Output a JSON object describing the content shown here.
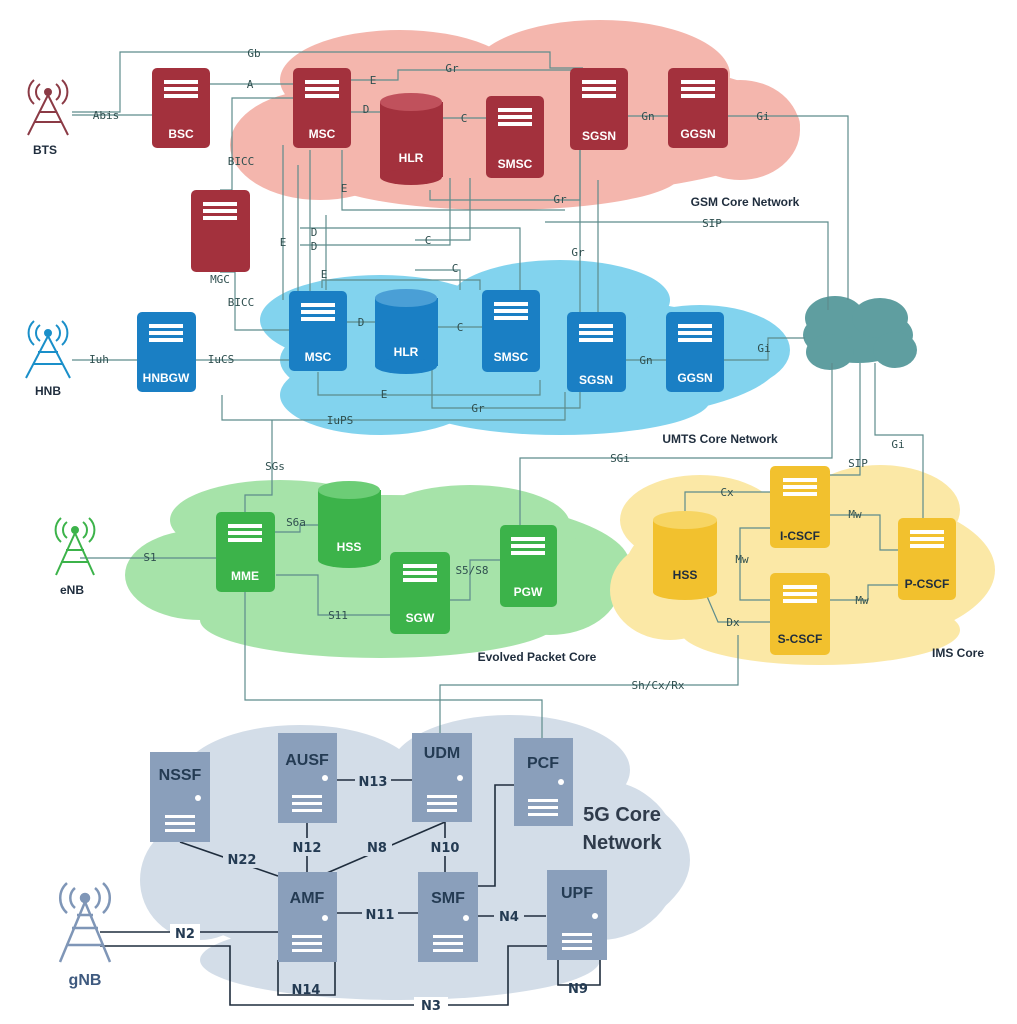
{
  "networks": {
    "gsm": "GSM Core Network",
    "umts": "UMTS Core Network",
    "epc": "Evolved Packet Core",
    "ims": "IMS Core",
    "g5_line1": "5G Core",
    "g5_line2": "Network"
  },
  "stations": {
    "bts": "BTS",
    "hnb": "HNB",
    "enb": "eNB",
    "gnb": "gNB"
  },
  "nodes": {
    "gsm_bsc": "BSC",
    "gsm_msc": "MSC",
    "gsm_hlr": "HLR",
    "gsm_smsc": "SMSC",
    "gsm_sgsn": "SGSN",
    "gsm_ggsn": "GGSN",
    "mgc": "MGC",
    "umts_hnbgw": "HNBGW",
    "umts_msc": "MSC",
    "umts_hlr": "HLR",
    "umts_smsc": "SMSC",
    "umts_sgsn": "SGSN",
    "umts_ggsn": "GGSN",
    "epc_mme": "MME",
    "epc_hss": "HSS",
    "epc_sgw": "SGW",
    "epc_pgw": "PGW",
    "ims_hss": "HSS",
    "ims_icscf": "I-CSCF",
    "ims_scscf": "S-CSCF",
    "ims_pcscf": "P-CSCF",
    "g5_nssf": "NSSF",
    "g5_ausf": "AUSF",
    "g5_udm": "UDM",
    "g5_pcf": "PCF",
    "g5_amf": "AMF",
    "g5_smf": "SMF",
    "g5_upf": "UPF"
  },
  "interfaces": {
    "gb": "Gb",
    "abis": "Abis",
    "a": "A",
    "e_top": "E",
    "gr_top": "Gr",
    "d_top": "D",
    "c_top": "C",
    "gn_top": "Gn",
    "gi_top": "Gi",
    "bicc1": "BICC",
    "bicc2": "BICC",
    "e_mid": "E",
    "gr_mid": "Gr",
    "sip_mid": "SIP",
    "d1": "D",
    "d2": "D",
    "e_left": "E",
    "c1": "C",
    "c2": "C",
    "gr2": "Gr",
    "e_umts_top": "E",
    "iuh": "Iuh",
    "iucs": "IuCS",
    "d_umts": "D",
    "c_umts": "C",
    "gn_umts": "Gn",
    "gi_umts": "Gi",
    "e_umts_bot": "E",
    "gr_umts_bot": "Gr",
    "iups": "IuPS",
    "sgs": "SGs",
    "sgi": "SGi",
    "sip_ims": "SIP",
    "gi_ims": "Gi",
    "s6a": "S6a",
    "s1": "S1",
    "s5s8": "S5/S8",
    "s11": "S11",
    "cx": "Cx",
    "mw1": "Mw",
    "mw2": "Mw",
    "mw3": "Mw",
    "dx": "Dx",
    "shcxrx": "Sh/Cx/Rx",
    "n13": "N13",
    "n12": "N12",
    "n8": "N8",
    "n10": "N10",
    "n22": "N22",
    "n11": "N11",
    "n4": "N4",
    "n2": "N2",
    "n14": "N14",
    "n9": "N9",
    "n3": "N3"
  },
  "colors": {
    "gsm_cloud": "#f4b6ad",
    "gsm_node": "#a3313d",
    "umts_cloud": "#82d3ee",
    "umts_node": "#1a7fc4",
    "epc_cloud": "#a6e3a9",
    "epc_node": "#3cb34a",
    "ims_cloud": "#fbe8a6",
    "ims_node": "#f2c12e",
    "g5_cloud": "#d3dde8",
    "g5_node": "#8a9fbb",
    "internet_cloud": "#5f9ea0",
    "line": "#5d8c8c"
  },
  "icons": {
    "tower": "radio-tower-icon",
    "server": "server-icon",
    "database": "database-cylinder-icon",
    "cloud": "cloud-icon"
  }
}
